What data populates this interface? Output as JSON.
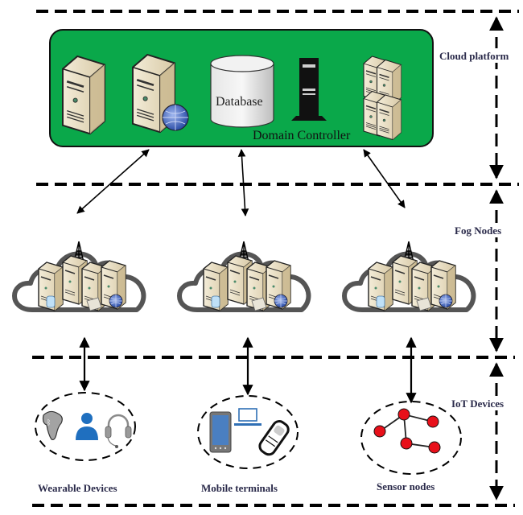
{
  "layers": [
    {
      "id": "cloud",
      "label": "Cloud platform"
    },
    {
      "id": "fog",
      "label": "Fog Nodes"
    },
    {
      "id": "iot",
      "label": "IoT Devices"
    }
  ],
  "cloud_platform": {
    "database_label": "Database",
    "domain_controller_label": "Domain Controller",
    "fill_color": "#0aa84a",
    "components": [
      "server-icon",
      "web-server-icon",
      "database-icon",
      "domain-controller-icon",
      "server-cluster-icon"
    ]
  },
  "fog_nodes": [
    {
      "name": "fog-node-1"
    },
    {
      "name": "fog-node-2"
    },
    {
      "name": "fog-node-3"
    }
  ],
  "iot_groups": [
    {
      "label": "Wearable Devices",
      "icons": [
        "bluetooth-headset-icon",
        "user-icon",
        "headphones-icon"
      ]
    },
    {
      "label": "Mobile terminals",
      "icons": [
        "smartphone-icon",
        "laptop-icon",
        "flip-phone-icon"
      ]
    },
    {
      "label": "Sensor nodes",
      "icons": [
        "sensor-network-icon"
      ]
    }
  ],
  "colors": {
    "label_text": "#2a2a4a",
    "sensor_node": "#e8101a",
    "device_blue": "#2f6fb5",
    "server_beige": "#e9dfc6"
  }
}
